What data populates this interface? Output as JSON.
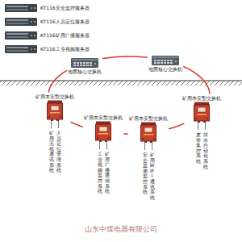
{
  "diagram": {
    "nodes": [
      {
        "text": [
          "KT116安全监控服务器"
        ]
      },
      {
        "text": [
          "KT116人员定位服务器"
        ]
      },
      {
        "text": [
          "KT116矿用广播服务器"
        ]
      },
      {
        "text": [
          "KT116工业视频服务器"
        ]
      },
      {
        "text": [
          "地面核心交换机"
        ]
      },
      {
        "text": [
          "地面核心交换机"
        ]
      },
      {
        "text": [
          "矿用本安型交换机"
        ]
      },
      {
        "text": [
          "矿用本安型交换机"
        ]
      },
      {
        "text": [
          "矿用本安型交换机"
        ]
      },
      {
        "text": [
          "矿用本安型交换机"
        ]
      }
    ],
    "edges": [
      {
        "from": 4,
        "to": 5,
        "arrow": "none"
      },
      {
        "from": 5,
        "to": 9,
        "arrow": "none"
      },
      {
        "from": 9,
        "to": 8,
        "arrow": "none"
      },
      {
        "from": 8,
        "to": 7,
        "arrow": "none"
      },
      {
        "from": 7,
        "to": 6,
        "arrow": "none"
      },
      {
        "from": 6,
        "to": 4,
        "arrow": "none"
      }
    ],
    "labels": [
      "矿用无线通讯系统",
      "人员定位管理系统",
      "工业视频监控系统",
      "矿用广播通信系统",
      "安全监测监控系统",
      "矿用WIFI通讯系统",
      "皮带集控系统",
      "排水自动化系统",
      "山东中煤电器有限公司"
    ]
  }
}
